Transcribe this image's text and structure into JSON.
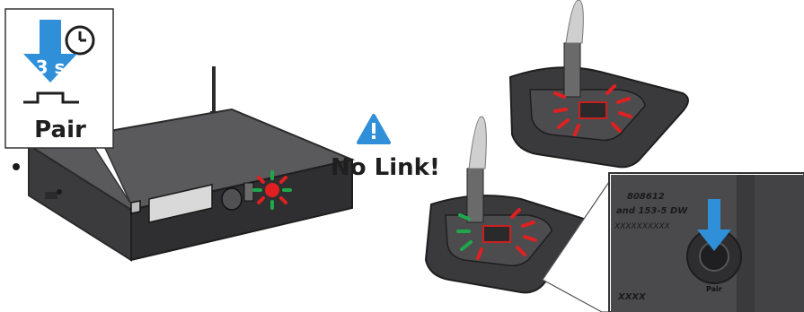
{
  "receiver_callout": {
    "duration": "3 s",
    "button_label": "Pair",
    "icons": [
      "clock-icon",
      "press-arrow-icon",
      "button-pulse-icon"
    ]
  },
  "status": {
    "warning_icon": "warning-triangle-icon",
    "message": "No Link!"
  },
  "detail_label": {
    "line1": "808612",
    "line2": "and 153-5 DW",
    "line3": "XXXXXXXXXX",
    "button_label": "Pair",
    "footer": "XXXX"
  },
  "colors": {
    "accent_blue": "#2f8fd8",
    "led_red": "#e02020",
    "led_green": "#1fa84a",
    "device_dark": "#3a3a3c"
  }
}
